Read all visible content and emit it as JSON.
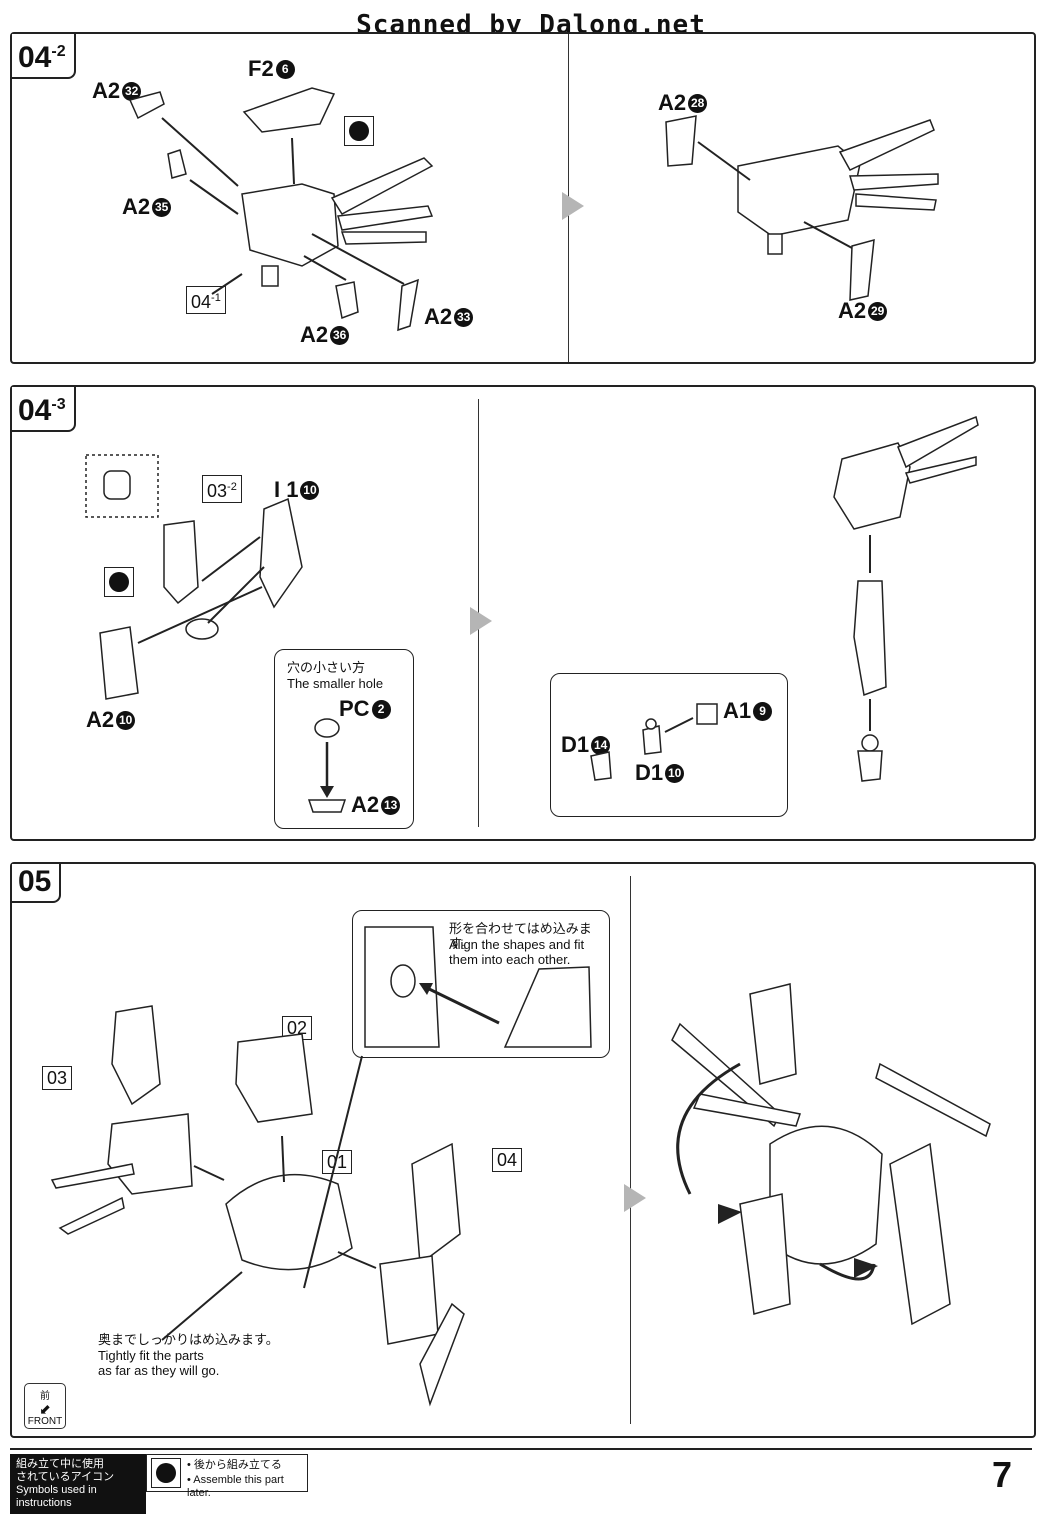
{
  "watermark": "Scanned by Dalong.net",
  "step_04_2": {
    "tag_main": "04",
    "tag_sub": "-2",
    "label_f2": "F2",
    "num_f2": "6",
    "label_a2_32": "A2",
    "num_a2_32": "32",
    "label_a2_35": "A2",
    "num_a2_35": "35",
    "label_a2_36": "A2",
    "num_a2_36": "36",
    "label_a2_33": "A2",
    "num_a2_33": "33",
    "ref_main": "04",
    "ref_sub": "-1",
    "label_a2_28": "A2",
    "num_a2_28": "28",
    "label_a2_29": "A2",
    "num_a2_29": "29"
  },
  "step_04_3": {
    "tag_main": "04",
    "tag_sub": "-3",
    "ref_main": "03",
    "ref_sub": "-2",
    "label_i1": "I 1",
    "num_i1": "10",
    "label_a2_10": "A2",
    "num_a2_10": "10",
    "note_jp": "穴の小さい方",
    "note_en": "The smaller hole",
    "label_pc": "PC",
    "num_pc": "2",
    "label_a2_13": "A2",
    "num_a2_13": "13",
    "label_a1": "A1",
    "num_a1": "9",
    "label_d1_14": "D1",
    "num_d1_14": "14",
    "label_d1_10": "D1",
    "num_d1_10": "10"
  },
  "step_05": {
    "tag_main": "05",
    "ref_01": "01",
    "ref_02": "02",
    "ref_03": "03",
    "ref_04": "04",
    "align_jp": "形を合わせてはめ込みます。",
    "align_en_1": "Align the shapes and fit",
    "align_en_2": "them into each other.",
    "fit_jp": "奥までしっかりはめ込みます。",
    "fit_en_1": "Tightly fit the parts",
    "fit_en_2": "as far as they will go.",
    "front_jp": "前",
    "front_en": "FRONT"
  },
  "footer": {
    "legend_jp_1": "組み立て中に使用",
    "legend_jp_2": "されているアイコン",
    "legend_en": "Symbols used in instructions",
    "later_jp": "• 後から組み立てる",
    "later_en": "• Assemble this part later.",
    "page_number": "7"
  },
  "icons": [
    "assemble-later-icon",
    "next-step-arrow-icon",
    "rotate-arrow-icon",
    "front-icon"
  ]
}
